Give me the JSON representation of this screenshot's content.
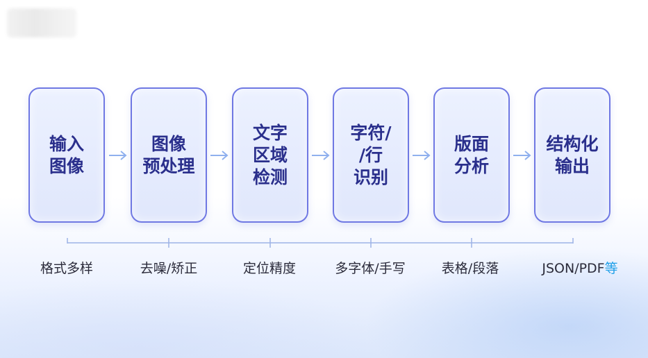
{
  "steps": [
    {
      "label": "输入\n图像"
    },
    {
      "label": "图像\n预处理"
    },
    {
      "label": "文字\n区域\n检测"
    },
    {
      "label": "字符/\n/行\n识别"
    },
    {
      "label": "版面\n分析"
    },
    {
      "label": "结构化\n输出"
    }
  ],
  "features": [
    {
      "text": "格式多样"
    },
    {
      "text": "去噪/矫正"
    },
    {
      "text": "定位精度"
    },
    {
      "text": "多字体/手写"
    },
    {
      "text": "表格/段落"
    },
    {
      "text": "JSON/PDF",
      "highlight": "等"
    }
  ],
  "colors": {
    "box_border": "#6f78e3",
    "box_text": "#2a2f8c",
    "arrow": "#8fb0ee",
    "bracket": "#9db3e6",
    "highlight": "#1e9fe8"
  },
  "icons": {
    "arrow": "right-arrow-icon"
  }
}
